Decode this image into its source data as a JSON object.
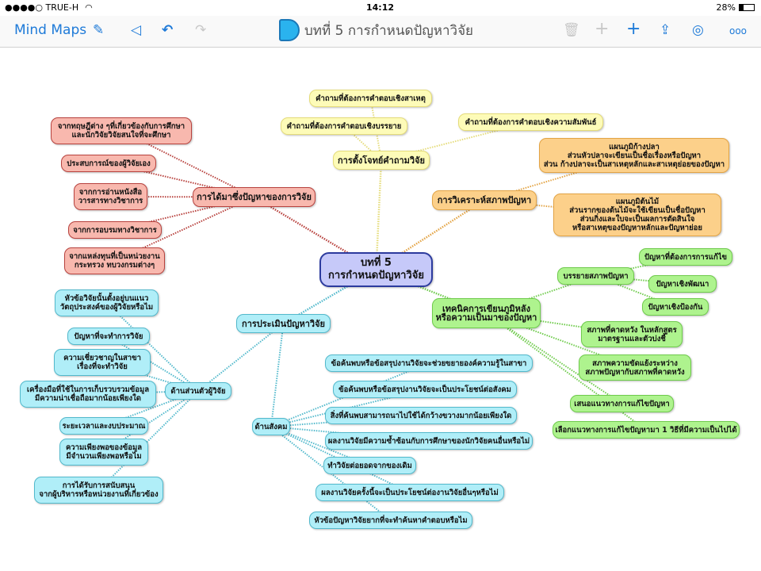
{
  "status": {
    "carrier": "●●●●○ TRUE-H",
    "wifi": "wifi-icon",
    "time": "14:12",
    "battery": "28%"
  },
  "toolbar": {
    "back_label": "Mind Maps",
    "title": "บทที่ 5  การกำหนดปัญหาวิจัย",
    "icons": [
      "edit-icon",
      "back-triangle-icon",
      "undo-icon",
      "redo-icon",
      "trash-icon",
      "plus-icon",
      "add-child-icon",
      "share-icon",
      "palette-icon",
      "more-icon"
    ]
  },
  "colors": {
    "accent": "#1e7ad8",
    "center": "#c6c9f9",
    "yellow": "#fdfbb8",
    "orange": "#fcd08a",
    "red": "#f8b8ae",
    "green": "#aef38e",
    "blue": "#b0eef8"
  },
  "nodes": {
    "center": "บทที่ 5\nการกำหนดปัญหาวิจัย",
    "ymain": "การตั้งโจทย์คำถามวิจัย",
    "y1": "คำถามที่ต้องการคำตอบเชิงสาเหตุ",
    "y2": "คำถามที่ต้องการคำตอบเชิงบรรยาย",
    "y3": "คำถามที่ต้องการคำตอบเชิงความสัมพันธ์",
    "omain": "การวิเคราะห์สภาพปัญหา",
    "o1": "แผนภูมิก้างปลา\nส่วนหัวปลาจะเขียนเป็นชื่อเรื่องหรือปัญหา\nส่วน ก้างปลาจะเป็นสาเหตุหลักและสาเหตุย่อยของปัญหา",
    "o2": "แผนภูมิต้นไม้\nส่วนรากของต้นไม้จะใช้เขียนเป็นชื่อปัญหา\nส่วนกิ่งและใบจะเป็นผลการตัดสินใจ\nหรือสาเหตุของปัญหาหลักและปัญหาย่อย",
    "rmain": "การได้มาซึ่งปัญหาของการวิจัย",
    "r1": "จากทฤษฎีต่าง ๆที่เกี่ยวข้องกับการศึกษา\nและนักวิจัยวิจัยสนใจที่จะศึกษา",
    "r2": "ประสบการณ์ของผู้วิจัยเอง",
    "r3": "จากการอ่านหนังสือ\nวารสารทางวิชาการ",
    "r4": "จากการอบรมทางวิชาการ",
    "r5": "จากแหล่งทุนที่เป็นหน่วยงาน\nกระทรวง ทบวงกรมต่างๆ",
    "gmain": "เทคนิคการเขียนภูมิหลัง\nหรือความเป็นมาของปัญหา",
    "g1": "บรรยายสภาพปัญหา",
    "g1a": "ปัญหาที่ต้องการการแก้ไข",
    "g1b": "ปัญหาเชิงพัฒนา",
    "g1c": "ปัญหาเชิงป้องกัน",
    "g2": "สภาพที่คาดหวัง ในหลักสูตร\nมาตรฐานและตัวบ่งชี้",
    "g3": "สภาพความขัดแย้งระหว่าง\nสภาพปัญหากับสภาพที่คาดหวัง",
    "g4": "เสนอแนวทางการแก้ไขปัญหา",
    "g5": "เลือกแนวทางการแก้ไขปัญหามา 1 วิธีที่มีความเป็นไปได้",
    "bmain": "การประเมินปัญหาวิจัย",
    "bA": "ด้านส่วนตัวผู้วิจัย",
    "bA1": "หัวข้อวิจัยนั้นตั้งอยู่บนแนว\nวัตถุประสงค์ของผู้วิจัยหรือไม",
    "bA2": "ปัญหาที่จะทำการวิจัย",
    "bA3": "ความเชี่ยวชาญในสาขา\nเรื่องที่จะทำวิจัย",
    "bA4": "เครื่องมือที่ใช้ในการเก็บรวบรวมข้อมูล\nมีความน่าเชื่อถือมากน้อยเพียงใด",
    "bA5": "ระยะเวลาและงบประมาณ",
    "bA6": "ความเพียงพอของข้อมูล\nมีจำนวนเพียงพอหรือไม",
    "bA7": "การได้รับการสนับสนุน\nจากผู้บริหารหรือหน่วยงานที่เกี่ยวข้อง",
    "bB": "ด้านสังคม",
    "bB1": "ข้อค้นพบหรือข้อสรุปงานวิจัยจะช่วยขยายองค์ความรู้ในสาขา",
    "bB2": "ข้อค้นพบหรือข้อสรุปงานวิจัยจะเป็นประโยชน์ต่อสังคม",
    "bB3": "สิ่งที่ค้นพบสามารถนาไปใช้ได้กว้างขวางมากน้อยเพียงใด",
    "bB4": "ผลงานวิจัยมีความซ้ำซ้อนกับการศึกษาของนักวิจัยคนอื่นหรือไม่",
    "bB5": "ทำวิจัยต่อยอดจากของเดิม",
    "bB6": "ผลงานวิจัยครั้งนี้จะเป็นประโยชน์ต่องานวิจัยอื่นๆหรือไม่",
    "bB7": "หัวข้อปัญหาวิจัยยากที่จะทำค้นหาคำตอบหรือไม"
  }
}
